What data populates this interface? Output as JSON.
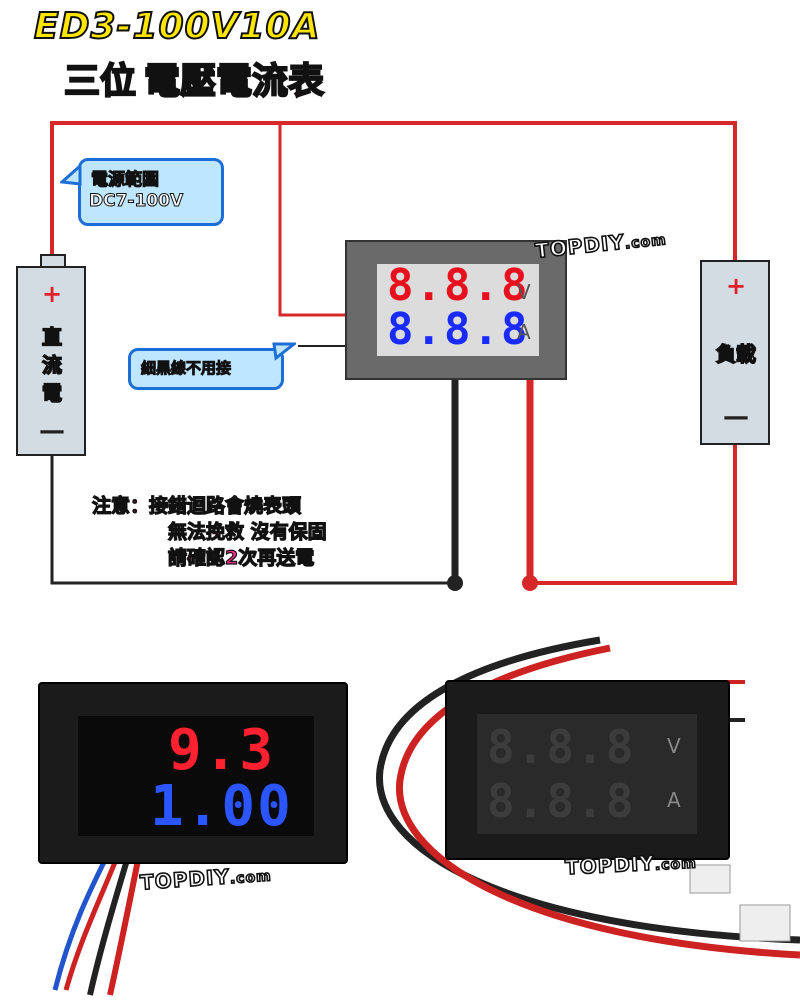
{
  "title": {
    "model": "ED3-100V10A",
    "line2_a": "三位",
    "line2_b": "電壓電流表"
  },
  "watermark": {
    "brand": "TOPDIY",
    "suffix": ".com"
  },
  "bubble_power": {
    "line1": "電源範圍",
    "line2": "DC7-100V"
  },
  "bubble_wire": {
    "text": "細黑線不用接"
  },
  "battery_left": {
    "label": "直流電",
    "plus": "+",
    "minus": "—"
  },
  "battery_right": {
    "label": "負載",
    "plus": "+",
    "minus": "—"
  },
  "meter_diagram": {
    "voltage": "8.8.8",
    "current": "8.8.8",
    "unit_v": "V",
    "unit_a": "A"
  },
  "note": {
    "prefix": "注意：",
    "line1": "接錯迴路會燒表頭",
    "line2": "無法挽救 沒有保固",
    "line3": "請確認2次再送電"
  },
  "photo_left": {
    "voltage": "9.3",
    "current": "1.00"
  },
  "photo_right": {
    "unit_v": "V",
    "unit_a": "A",
    "voltage": "8.8.8",
    "current": "8.8.8"
  },
  "colors": {
    "wire_red": "#d62828",
    "wire_black": "#222222",
    "voltage_red": "#e8101e",
    "current_blue": "#1a2bff"
  }
}
